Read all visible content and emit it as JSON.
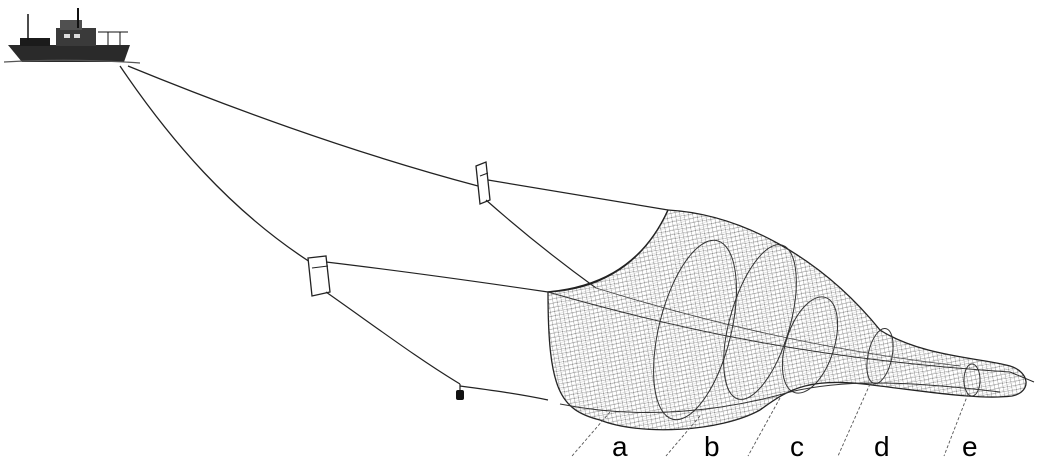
{
  "diagram": {
    "section_labels": [
      "a",
      "b",
      "c",
      "d",
      "e"
    ]
  }
}
